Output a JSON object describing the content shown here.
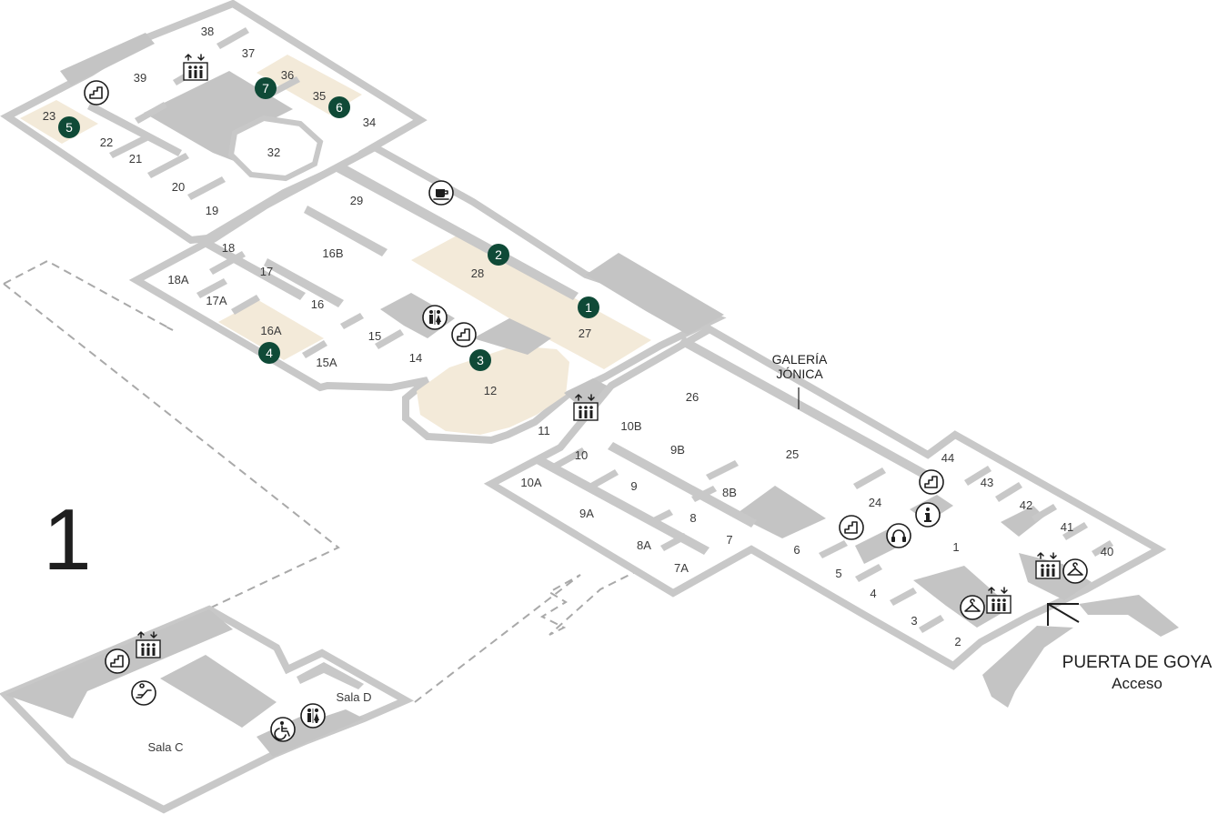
{
  "floor_number": "1",
  "colors": {
    "marker": "#0f4a37",
    "highlight": "#f3ead9",
    "wall": "#c8c8c8",
    "mass": "#c4c4c4"
  },
  "labels": {
    "galeria_line1": "GALERÍA",
    "galeria_line2": "JÓNICA",
    "entrance_name": "PUERTA DE GOYA",
    "entrance_sub": "Acceso"
  },
  "rooms": [
    "38",
    "37",
    "39",
    "36",
    "35",
    "34",
    "23",
    "22",
    "21",
    "32",
    "20",
    "19",
    "29",
    "18",
    "16B",
    "28",
    "18A",
    "17",
    "17A",
    "16",
    "16A",
    "15",
    "14",
    "15A",
    "27",
    "12",
    "26",
    "11",
    "10B",
    "9B",
    "25",
    "10",
    "10A",
    "9",
    "8B",
    "9A",
    "8",
    "7",
    "8A",
    "7A",
    "24",
    "44",
    "43",
    "42",
    "41",
    "40",
    "1",
    "6",
    "5",
    "4",
    "3",
    "2",
    "Sala D",
    "Sala C"
  ],
  "markers": [
    "1",
    "2",
    "3",
    "4",
    "5",
    "6",
    "7"
  ],
  "icons": [
    "elevator-icon",
    "stairs-icon",
    "cafe-icon",
    "restroom-icon",
    "info-icon",
    "audioguide-icon",
    "cloakroom-icon",
    "escalator-icon",
    "accessibility-icon"
  ]
}
